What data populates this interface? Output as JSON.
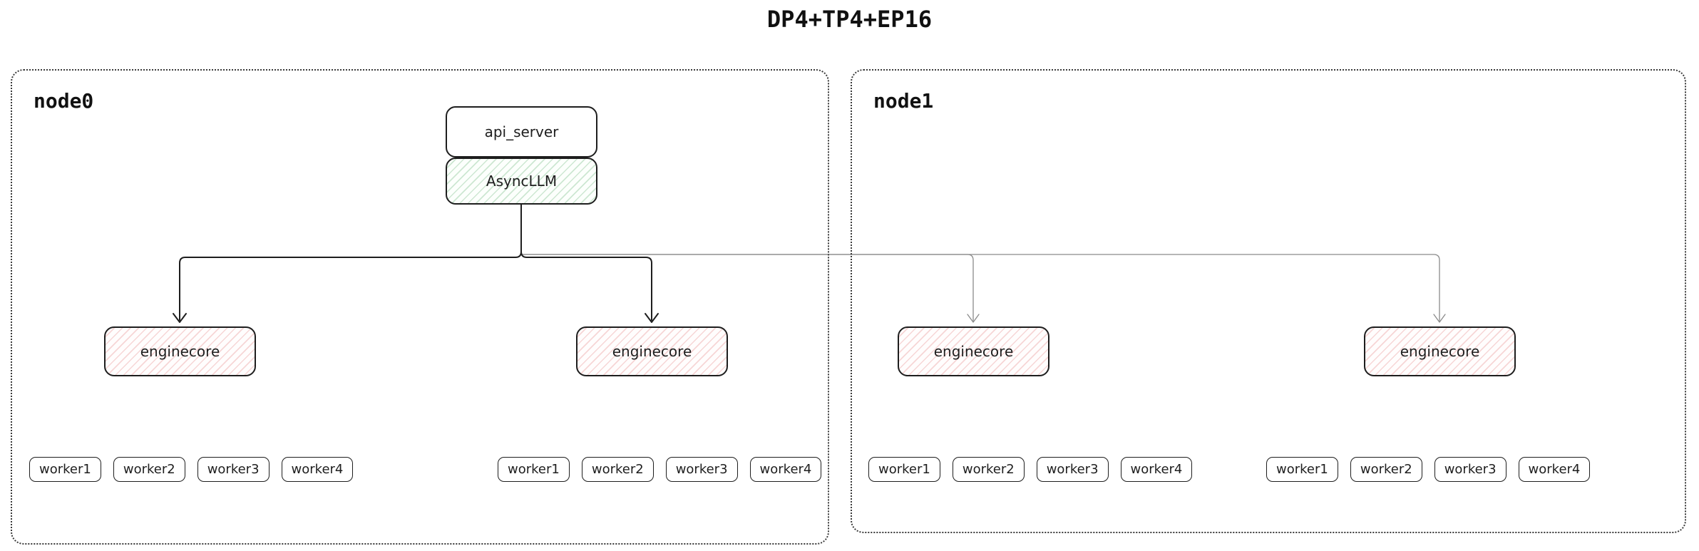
{
  "title": "DP4+TP4+EP16",
  "colors": {
    "border": "#1e1e1e",
    "node_border": "#3a3a3a",
    "async_llm_hatch": "#60b070",
    "enginecore_hatch": "#dc5a5a",
    "dark_arrow": "#1e1e1e",
    "light_arrow": "#8a8a8a"
  },
  "nodes": [
    {
      "label": "node0",
      "api_server_label": "api_server",
      "async_llm_label": "AsyncLLM",
      "enginecores": [
        "enginecore",
        "enginecore"
      ],
      "worker_groups": [
        [
          "worker1",
          "worker2",
          "worker3",
          "worker4"
        ],
        [
          "worker1",
          "worker2",
          "worker3",
          "worker4"
        ]
      ]
    },
    {
      "label": "node1",
      "enginecores": [
        "enginecore",
        "enginecore"
      ],
      "worker_groups": [
        [
          "worker1",
          "worker2",
          "worker3",
          "worker4"
        ],
        [
          "worker1",
          "worker2",
          "worker3",
          "worker4"
        ]
      ]
    }
  ]
}
